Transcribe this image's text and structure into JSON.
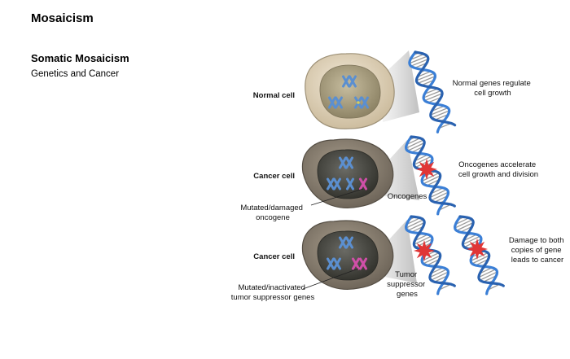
{
  "header": {
    "title": "Mosaicism",
    "section_title": "Somatic Mosaicism",
    "section_subtitle": "Genetics and Cancer"
  },
  "diagram": {
    "row1": {
      "cell_label": "Normal cell",
      "description": [
        "Normal genes regulate",
        "cell growth"
      ]
    },
    "row2": {
      "cell_label": "Cancer cell",
      "mutation_label": [
        "Mutated/damaged",
        "oncogene"
      ],
      "gene_label": "Oncogenes",
      "description": [
        "Oncogenes accelerate",
        "cell growth and division"
      ]
    },
    "row3": {
      "cell_label": "Cancer cell",
      "mutation_label": [
        "Mutated/inactivated",
        "tumor suppressor genes"
      ],
      "gene_label": [
        "Tumor",
        "suppressor",
        "genes"
      ],
      "description": [
        "Damage to both",
        "copies of gene",
        "leads to cancer"
      ]
    }
  },
  "colors": {
    "normal_cell": "#e8dcc8",
    "normal_nucleus": "#a69c7e",
    "cancer_cell": "#8c8273",
    "cancer_nucleus": "#4a4a46",
    "chromosome": "#5b8fd0",
    "mutated_chromosome": "#d04fa8",
    "dna_strand": "#3b7fd6",
    "damage_star": "#e03636"
  }
}
